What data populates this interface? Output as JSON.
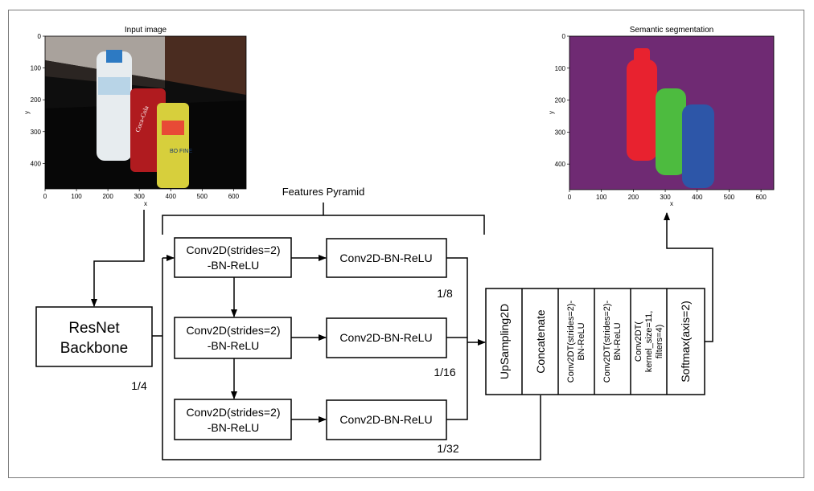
{
  "colors": {
    "seg_background": "#6f2a73",
    "seg_class_bottle": "#e8222f",
    "seg_class_can_1": "#4dbb3f",
    "seg_class_can_2": "#2d56a8",
    "photo_wall": "#4a2c20",
    "photo_table": "#070707"
  },
  "input_plot": {
    "title": "Input image",
    "xlabel": "x",
    "ylabel": "y",
    "xticks": [
      "0",
      "100",
      "200",
      "300",
      "400",
      "500",
      "600"
    ],
    "yticks": [
      "0",
      "100",
      "200",
      "300",
      "400"
    ]
  },
  "output_plot": {
    "title": "Semantic segmentation",
    "xlabel": "x",
    "ylabel": "y",
    "xticks": [
      "0",
      "100",
      "200",
      "300",
      "400",
      "500",
      "600"
    ],
    "yticks": [
      "0",
      "100",
      "200",
      "300",
      "400"
    ]
  },
  "photo_text": {
    "can_label": "Coca-Cola",
    "can2_label": "BO FINE"
  },
  "pyramid_label": "Features Pyramid",
  "backbone": {
    "line1": "ResNet",
    "line2": "Backbone"
  },
  "blocks": {
    "conv_stride": {
      "line1": "Conv2D(strides=2)",
      "line2": "-BN-ReLU"
    },
    "conv_bn": "Conv2D-BN-ReLU"
  },
  "scales": [
    "1/4",
    "1/8",
    "1/16",
    "1/32"
  ],
  "head_blocks": {
    "upsampling": "UpSampling2D",
    "concatenate": "Concatenate",
    "convt1": {
      "line1": "Conv2DT(strides=2)-",
      "line2": "BN-ReLU"
    },
    "convt2": {
      "line1": "Conv2DT(strides=2)-",
      "line2": "BN-ReLU"
    },
    "convt3": {
      "line1": "Conv2DT(",
      "line2": "kernel_size=11,",
      "line3": "filters=4)"
    },
    "softmax": "Softmax(axis=2)"
  }
}
